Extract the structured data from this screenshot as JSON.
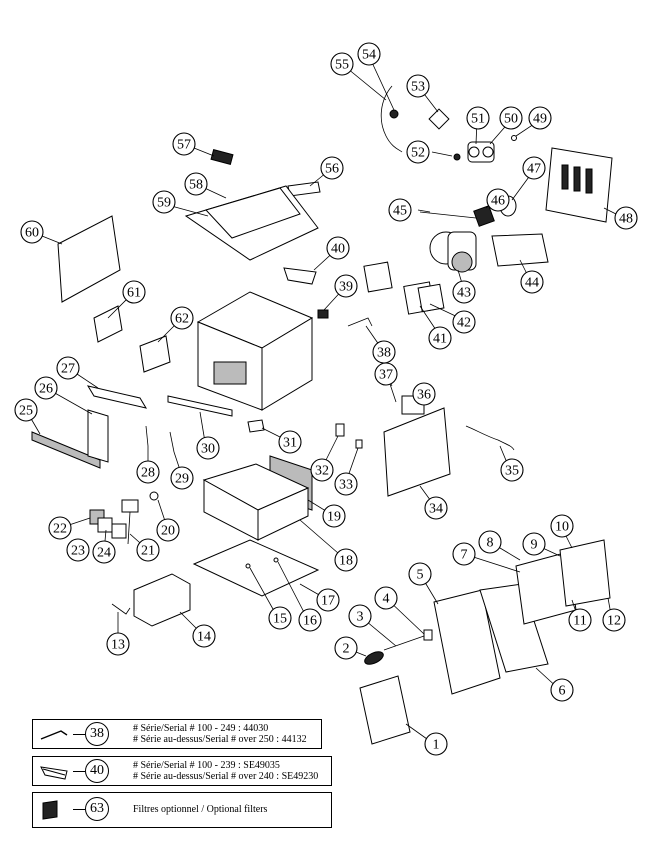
{
  "callouts": [
    {
      "id": "1",
      "label": "1"
    },
    {
      "id": "2",
      "label": "2"
    },
    {
      "id": "3",
      "label": "3"
    },
    {
      "id": "4",
      "label": "4"
    },
    {
      "id": "5",
      "label": "5"
    },
    {
      "id": "6",
      "label": "6"
    },
    {
      "id": "7",
      "label": "7"
    },
    {
      "id": "8",
      "label": "8"
    },
    {
      "id": "9",
      "label": "9"
    },
    {
      "id": "10",
      "label": "10"
    },
    {
      "id": "11",
      "label": "11"
    },
    {
      "id": "12",
      "label": "12"
    },
    {
      "id": "13",
      "label": "13"
    },
    {
      "id": "14",
      "label": "14"
    },
    {
      "id": "15",
      "label": "15"
    },
    {
      "id": "16",
      "label": "16"
    },
    {
      "id": "17",
      "label": "17"
    },
    {
      "id": "18",
      "label": "18"
    },
    {
      "id": "19",
      "label": "19"
    },
    {
      "id": "20",
      "label": "20"
    },
    {
      "id": "21",
      "label": "21"
    },
    {
      "id": "22",
      "label": "22"
    },
    {
      "id": "23",
      "label": "23"
    },
    {
      "id": "24",
      "label": "24"
    },
    {
      "id": "25",
      "label": "25"
    },
    {
      "id": "26",
      "label": "26"
    },
    {
      "id": "27",
      "label": "27"
    },
    {
      "id": "28",
      "label": "28"
    },
    {
      "id": "29",
      "label": "29"
    },
    {
      "id": "30",
      "label": "30"
    },
    {
      "id": "31",
      "label": "31"
    },
    {
      "id": "32",
      "label": "32"
    },
    {
      "id": "33",
      "label": "33"
    },
    {
      "id": "34",
      "label": "34"
    },
    {
      "id": "35",
      "label": "35"
    },
    {
      "id": "36",
      "label": "36"
    },
    {
      "id": "37",
      "label": "37"
    },
    {
      "id": "38",
      "label": "38"
    },
    {
      "id": "39",
      "label": "39"
    },
    {
      "id": "40",
      "label": "40"
    },
    {
      "id": "41",
      "label": "41"
    },
    {
      "id": "42",
      "label": "42"
    },
    {
      "id": "43",
      "label": "43"
    },
    {
      "id": "44",
      "label": "44"
    },
    {
      "id": "45",
      "label": "45"
    },
    {
      "id": "46",
      "label": "46"
    },
    {
      "id": "47",
      "label": "47"
    },
    {
      "id": "48",
      "label": "48"
    },
    {
      "id": "49",
      "label": "49"
    },
    {
      "id": "50",
      "label": "50"
    },
    {
      "id": "51",
      "label": "51"
    },
    {
      "id": "52",
      "label": "52"
    },
    {
      "id": "53",
      "label": "53"
    },
    {
      "id": "54",
      "label": "54"
    },
    {
      "id": "55",
      "label": "55"
    },
    {
      "id": "56",
      "label": "56"
    },
    {
      "id": "57",
      "label": "57"
    },
    {
      "id": "58",
      "label": "58"
    },
    {
      "id": "59",
      "label": "59"
    },
    {
      "id": "60",
      "label": "60"
    },
    {
      "id": "61",
      "label": "61"
    },
    {
      "id": "62",
      "label": "62"
    }
  ],
  "legend": [
    {
      "callout": "38",
      "line1": "# Série/Serial # 100 - 249 : 44030",
      "line2": "# Série au-dessus/Serial # over 250 : 44132"
    },
    {
      "callout": "40",
      "line1": "# Série/Serial # 100 - 239 : SE49035",
      "line2": "# Série au-dessus/Serial # over 240 : SE49230"
    },
    {
      "callout": "63",
      "line1": "Filtres optionnel / Optional filters",
      "line2": ""
    }
  ]
}
